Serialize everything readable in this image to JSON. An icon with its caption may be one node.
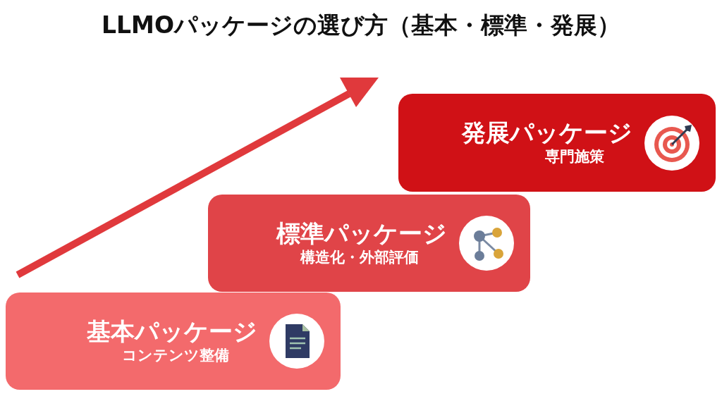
{
  "diagram": {
    "title": "LLMOパッケージの選び方（基本・標準・発展）",
    "nodes": [
      {
        "text": [
          "発展パッケージ",
          "専門施策"
        ]
      },
      {
        "text": [
          "標準パッケージ",
          "構造化・外部評価"
        ]
      },
      {
        "text": [
          "基本パッケージ",
          "コンテンツ整備"
        ]
      }
    ]
  }
}
